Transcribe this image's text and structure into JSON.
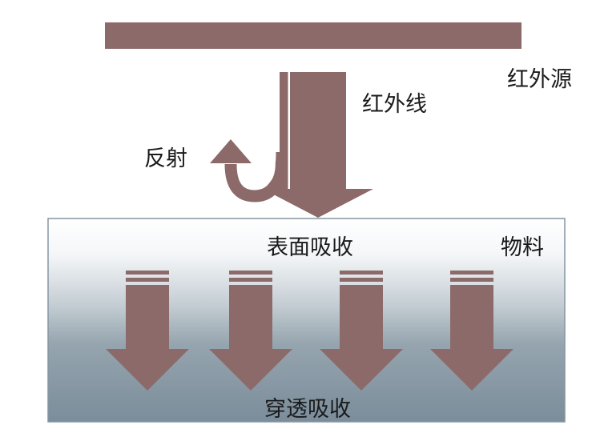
{
  "labels": {
    "source": "红外源",
    "infrared": "红外线",
    "reflection": "反射",
    "surface_absorption": "表面吸收",
    "material": "物料",
    "penetration_absorption": "穿透吸收"
  },
  "colors": {
    "source_bar": "#8d6a6a",
    "arrow_fill": "#8d6a6a",
    "arrow_stripe": "#ffffff",
    "material_top": "#ffffff",
    "material_bottom": "#7b8d9b",
    "material_border": "#8596a1"
  }
}
